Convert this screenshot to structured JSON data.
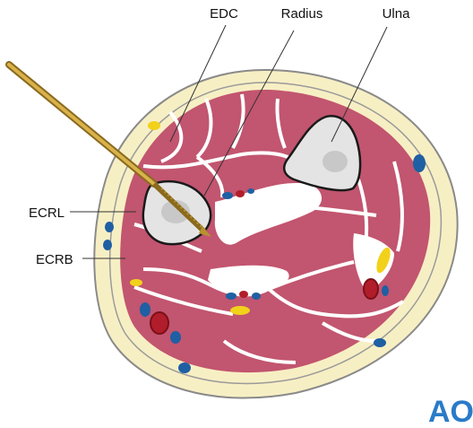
{
  "labels": {
    "edc": "EDC",
    "radius": "Radius",
    "ulna": "Ulna",
    "ecrl": "ECRL",
    "ecrb": "ECRB"
  },
  "logo": "AO",
  "colors": {
    "skin_outline": "#8a8a8a",
    "fat": "#f7efc4",
    "muscle": "#c2556f",
    "muscle_outline": "#ffffff",
    "bone": "#e4e4e4",
    "bone_outline": "#1a1a1a",
    "vein": "#1f5fa3",
    "artery": "#b11d2a",
    "nerve": "#f2d11b",
    "wire": "#b8922e",
    "logo": "#2a7bc8"
  }
}
